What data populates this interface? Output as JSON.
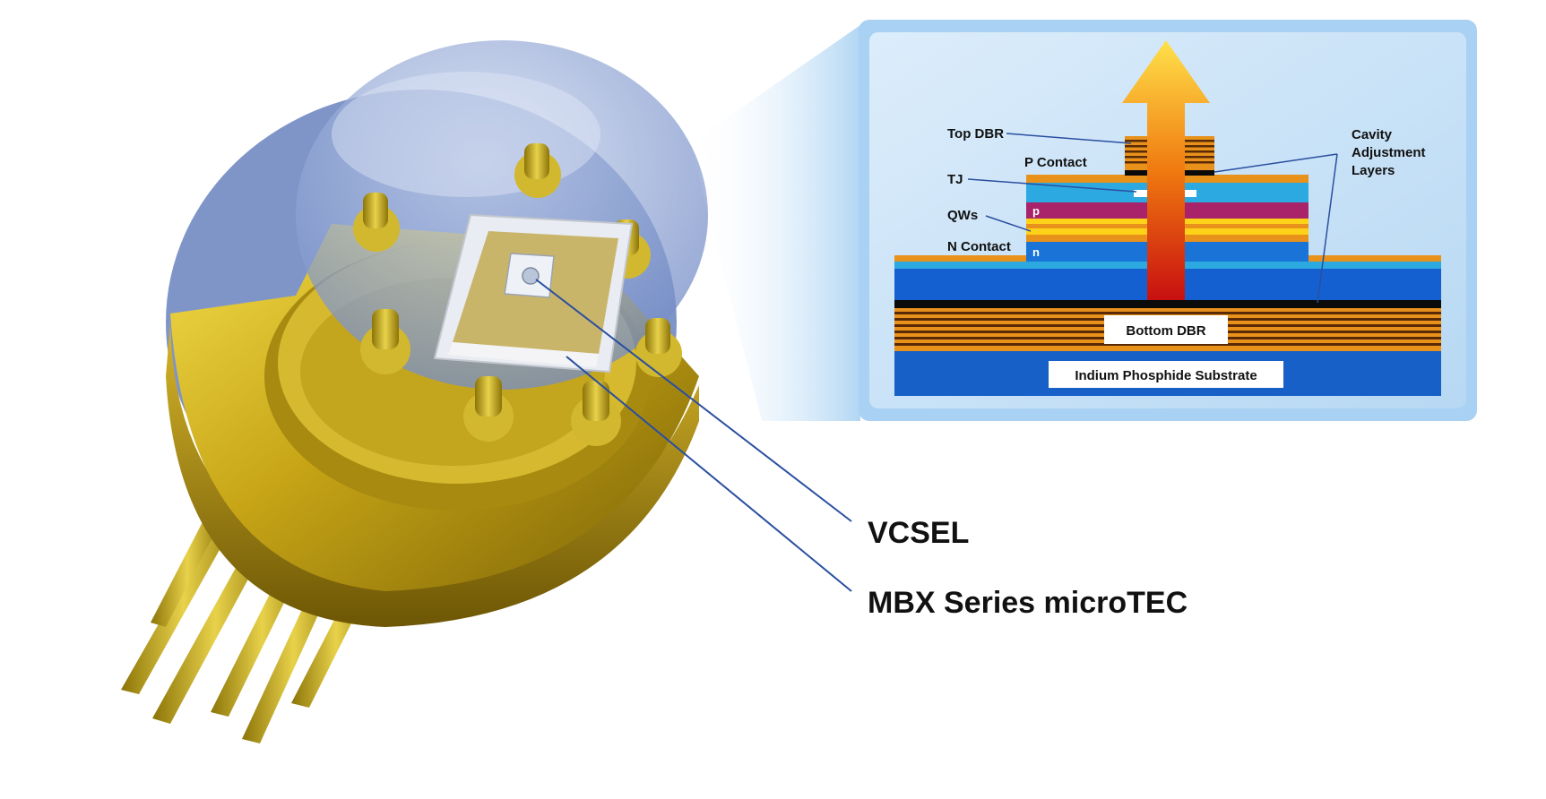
{
  "callouts": {
    "vcsel": "VCSEL",
    "microtec": "MBX Series microTEC"
  },
  "inset": {
    "labels": {
      "top_dbr": "Top DBR",
      "p_contact": "P Contact",
      "tj": "TJ",
      "qws": "QWs",
      "n_contact": "N Contact",
      "cavity_line1": "Cavity",
      "cavity_line2": "Adjustment",
      "cavity_line3": "Layers",
      "bottom_dbr": "Bottom DBR",
      "substrate": "Indium Phosphide Substrate",
      "p_layer": "p",
      "n_layer": "n"
    }
  },
  "colors": {
    "gold": "#b89a14",
    "glass": "#8fa6d6",
    "inset_bg": "#c9e3f7",
    "dbr_orange": "#e8921c",
    "substrate_blue": "#1760c8",
    "p_magenta": "#a8236a",
    "light_blue": "#2ba9e0"
  }
}
